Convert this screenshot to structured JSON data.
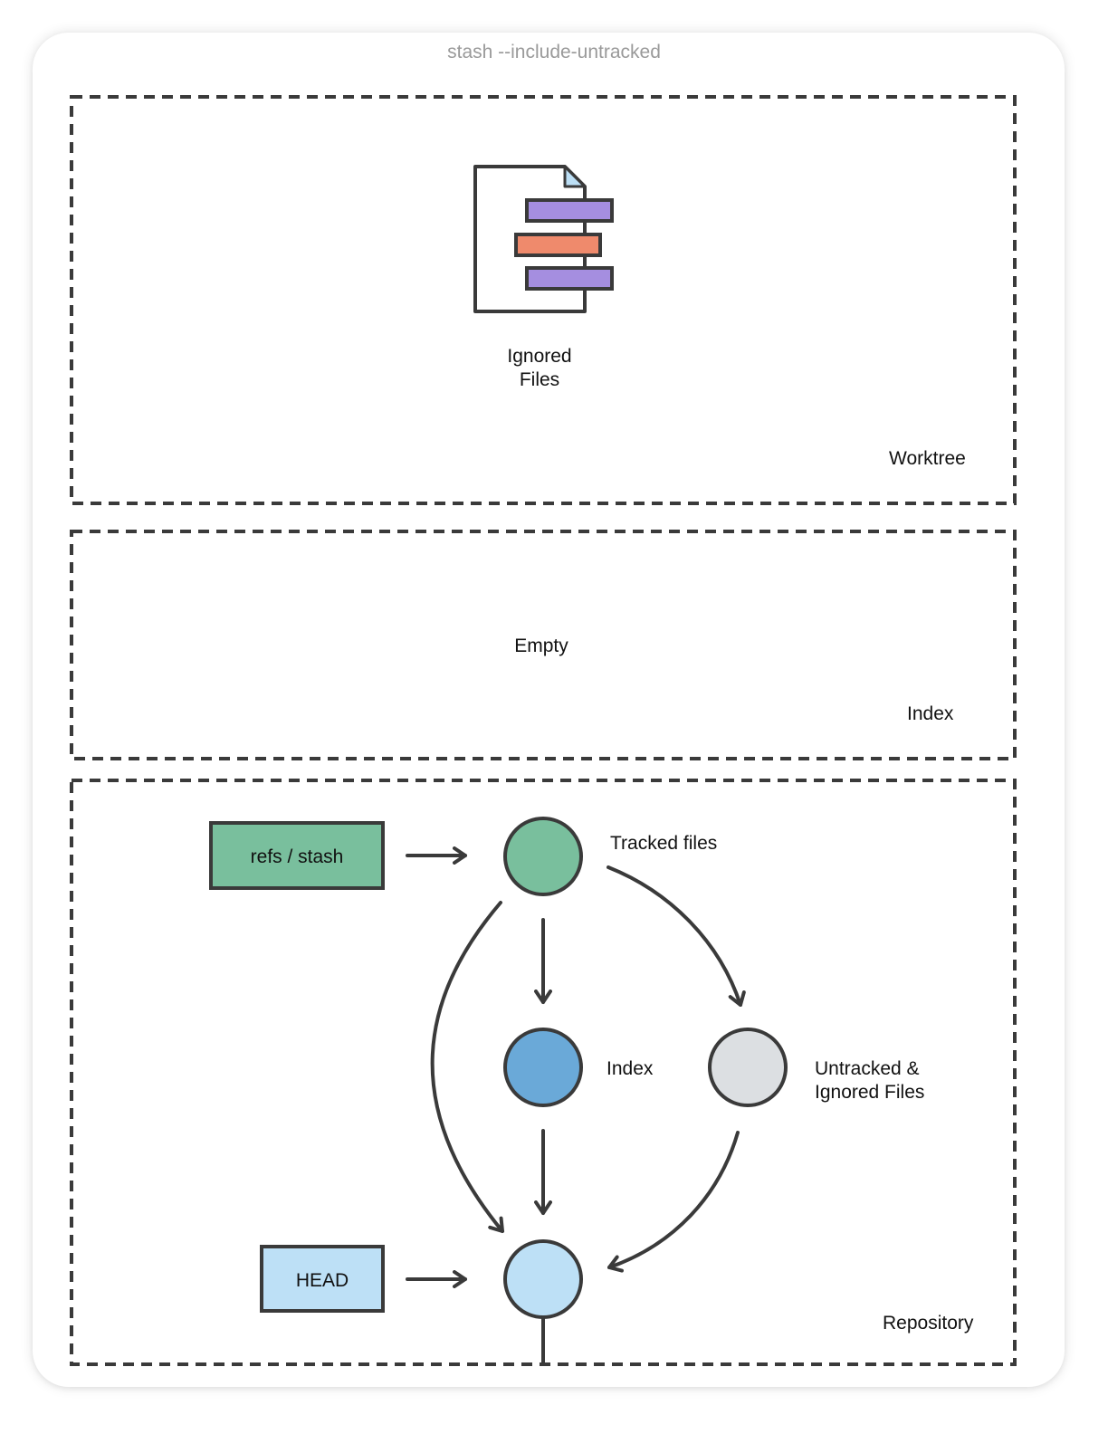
{
  "title": "stash --include-untracked",
  "worktree": {
    "label": "Worktree",
    "file_label": "Ignored\nFiles"
  },
  "index": {
    "label": "Index",
    "content": "Empty"
  },
  "repository": {
    "label": "Repository",
    "refs_label": "refs / stash",
    "head_label": "HEAD",
    "nodes": {
      "tracked": "Tracked files",
      "index": "Index",
      "untracked": "Untracked &\nIgnored Files"
    }
  },
  "colors": {
    "stroke": "#3a3a3a",
    "green": "#79bf9d",
    "blue": "#6aa9d8",
    "light_blue": "#bde0f6",
    "gray": "#dcdfe2",
    "purple": "#a58ee0",
    "orange": "#ef8a6c",
    "file_corner": "#bcdff5"
  },
  "icons": [
    "document-icon",
    "arrow-icon"
  ]
}
